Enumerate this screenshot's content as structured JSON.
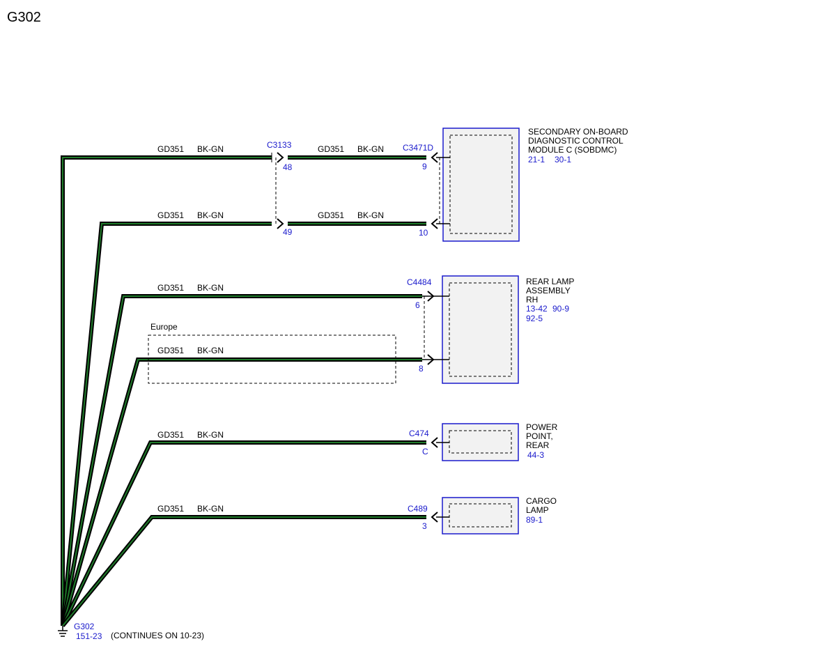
{
  "page_title": "G302",
  "wire_circuit": "GD351",
  "wire_color": "BK-GN",
  "colors": {
    "wire_outer": "#000000",
    "wire_inner": "#1f7a2a",
    "label_blue": "#1a1acc",
    "component_fill": "#f2f2f2"
  },
  "inline_connector": {
    "name": "C3133",
    "pins": [
      "48",
      "49"
    ]
  },
  "components": {
    "sobdmc": {
      "connector": "C3471D",
      "name_lines": [
        "SECONDARY ON-BOARD",
        "DIAGNOSTIC CONTROL",
        "MODULE C (SOBDMC)"
      ],
      "refs": [
        "21-1",
        "30-1"
      ],
      "pins": [
        "9",
        "10"
      ]
    },
    "rear_lamp": {
      "connector": "C4484",
      "name_lines": [
        "REAR LAMP",
        "ASSEMBLY",
        "RH"
      ],
      "refs_line1": [
        "13-42",
        "90-9"
      ],
      "refs_line2": "92-5",
      "pins": [
        "6",
        "8"
      ]
    },
    "power_point": {
      "connector": "C474",
      "name_lines": [
        "POWER",
        "POINT,",
        "REAR"
      ],
      "refs": "44-3",
      "pin": "C"
    },
    "cargo_lamp": {
      "connector": "C489",
      "name_lines": [
        "CARGO",
        "LAMP"
      ],
      "refs": "89-1",
      "pin": "3"
    }
  },
  "option_box_label": "Europe",
  "ground": {
    "name": "G302",
    "ref": "151-23",
    "note": "(CONTINUES ON 10-23)"
  }
}
